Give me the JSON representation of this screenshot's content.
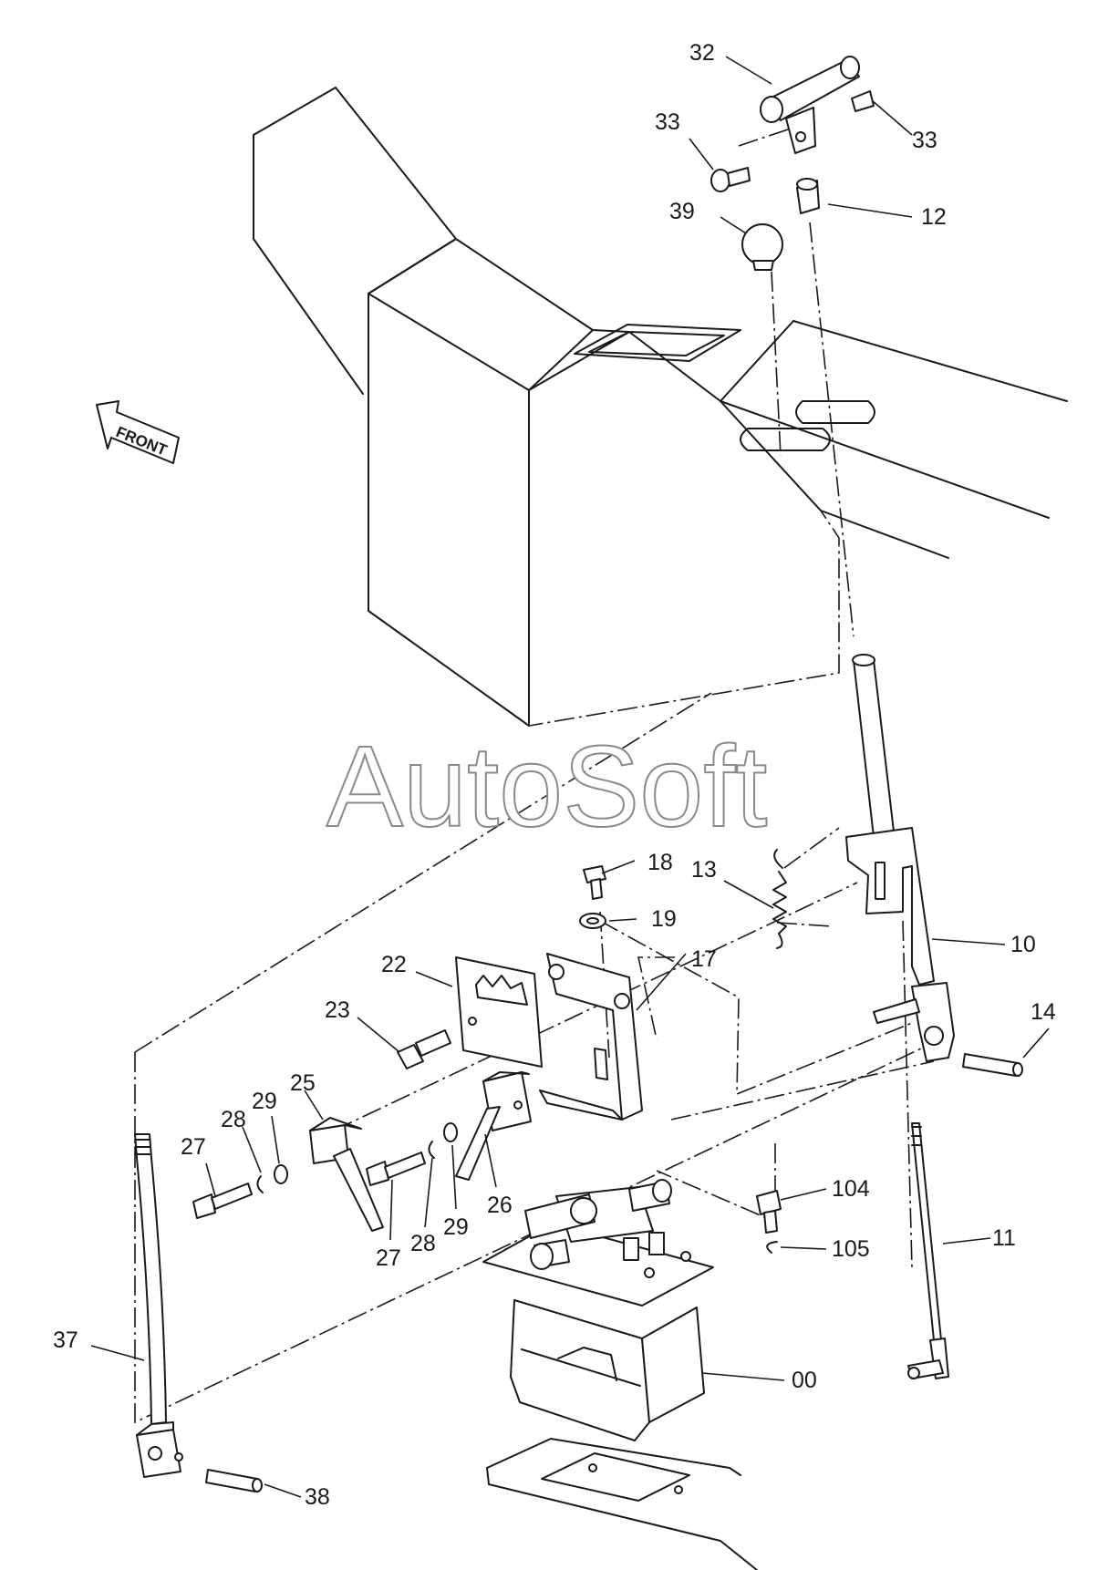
{
  "watermark": "AutoSoft",
  "direction": "FRONT",
  "parts": [
    {
      "id": "p32",
      "label": "32"
    },
    {
      "id": "p33a",
      "label": "33"
    },
    {
      "id": "p33b",
      "label": "33"
    },
    {
      "id": "p39",
      "label": "39"
    },
    {
      "id": "p12",
      "label": "12"
    },
    {
      "id": "p13",
      "label": "13"
    },
    {
      "id": "p18",
      "label": "18"
    },
    {
      "id": "p19",
      "label": "19"
    },
    {
      "id": "p10",
      "label": "10"
    },
    {
      "id": "p22",
      "label": "22"
    },
    {
      "id": "p17",
      "label": "17"
    },
    {
      "id": "p14",
      "label": "14"
    },
    {
      "id": "p23",
      "label": "23"
    },
    {
      "id": "p25",
      "label": "25"
    },
    {
      "id": "p28a",
      "label": "28"
    },
    {
      "id": "p29a",
      "label": "29"
    },
    {
      "id": "p27a",
      "label": "27"
    },
    {
      "id": "p26",
      "label": "26"
    },
    {
      "id": "p29b",
      "label": "29"
    },
    {
      "id": "p28b",
      "label": "28"
    },
    {
      "id": "p27b",
      "label": "27"
    },
    {
      "id": "p104",
      "label": "104"
    },
    {
      "id": "p105",
      "label": "105"
    },
    {
      "id": "p11",
      "label": "11"
    },
    {
      "id": "p37",
      "label": "37"
    },
    {
      "id": "p00",
      "label": "00"
    },
    {
      "id": "p38",
      "label": "38"
    }
  ]
}
